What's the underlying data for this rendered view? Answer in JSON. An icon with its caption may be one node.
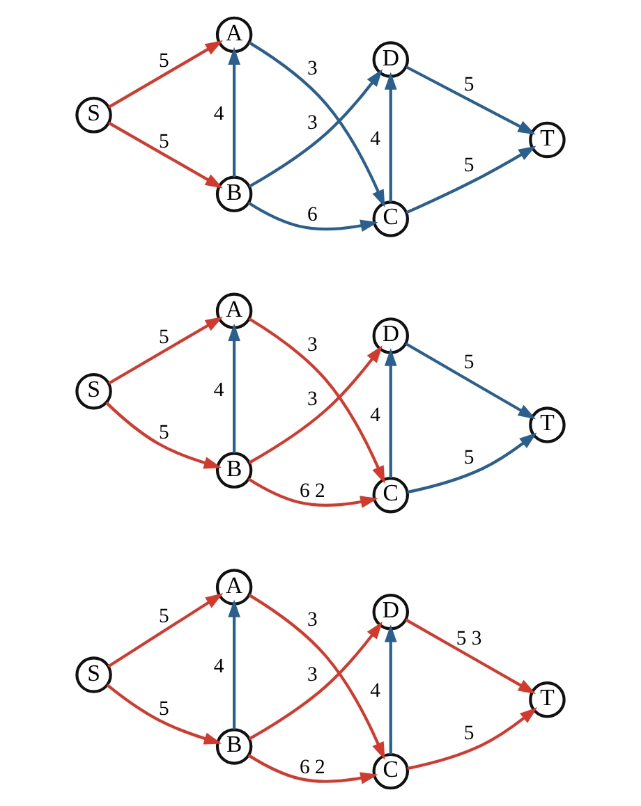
{
  "diagram": {
    "nodes": [
      {
        "text": [
          "S"
        ]
      },
      {
        "text": [
          "A"
        ]
      },
      {
        "text": [
          "B"
        ]
      },
      {
        "text": [
          "C"
        ]
      },
      {
        "text": [
          "D"
        ]
      },
      {
        "text": [
          "T"
        ]
      },
      {
        "text": [
          "S"
        ]
      },
      {
        "text": [
          "A"
        ]
      },
      {
        "text": [
          "B"
        ]
      },
      {
        "text": [
          "C"
        ]
      },
      {
        "text": [
          "D"
        ]
      },
      {
        "text": [
          "T"
        ]
      },
      {
        "text": [
          "S"
        ]
      },
      {
        "text": [
          "A"
        ]
      },
      {
        "text": [
          "B"
        ]
      },
      {
        "text": [
          "C"
        ]
      },
      {
        "text": [
          "D"
        ]
      },
      {
        "text": [
          "T"
        ]
      }
    ],
    "edges": [
      {
        "from": 0,
        "to": 1,
        "arrow": "to",
        "label": "5"
      },
      {
        "from": 0,
        "to": 2,
        "arrow": "to",
        "label": "5"
      },
      {
        "from": 2,
        "to": 1,
        "arrow": "to",
        "label": "4",
        "color": "#2b5f8e"
      },
      {
        "from": 1,
        "to": 3,
        "arrow": "to",
        "label": "3",
        "color": "#2b5f8e"
      },
      {
        "from": 2,
        "to": 3,
        "arrow": "to",
        "label": "6",
        "color": "#2b5f8e"
      },
      {
        "from": 2,
        "to": 4,
        "arrow": "to",
        "label": "3",
        "color": "#2b5f8e"
      },
      {
        "from": 3,
        "to": 4,
        "arrow": "to",
        "label": "4",
        "color": "#2b5f8e"
      },
      {
        "from": 3,
        "to": 5,
        "arrow": "to",
        "label": "5",
        "color": "#2b5f8e"
      },
      {
        "from": 4,
        "to": 5,
        "arrow": "to",
        "label": "5",
        "color": "#2b5f8e"
      },
      {
        "from": 6,
        "to": 7,
        "arrow": "to",
        "label": "5"
      },
      {
        "from": 6,
        "to": 8,
        "arrow": "to",
        "label": "5"
      },
      {
        "from": 8,
        "to": 7,
        "arrow": "to",
        "label": "4",
        "color": "#2b5f8e"
      },
      {
        "from": 7,
        "to": 9,
        "arrow": "to",
        "label": "3"
      },
      {
        "from": 8,
        "to": 9,
        "arrow": "to",
        "label": "6 2"
      },
      {
        "from": 8,
        "to": 10,
        "arrow": "to",
        "label": "3"
      },
      {
        "from": 9,
        "to": 10,
        "arrow": "to",
        "label": "4",
        "color": "#2b5f8e"
      },
      {
        "from": 9,
        "to": 11,
        "arrow": "to",
        "label": "5",
        "color": "#2b5f8e"
      },
      {
        "from": 10,
        "to": 11,
        "arrow": "to",
        "label": "5",
        "color": "#2b5f8e"
      },
      {
        "from": 12,
        "to": 13,
        "arrow": "to",
        "label": "5"
      },
      {
        "from": 12,
        "to": 14,
        "arrow": "to",
        "label": "5"
      },
      {
        "from": 14,
        "to": 13,
        "arrow": "to",
        "label": "4",
        "color": "#2b5f8e"
      },
      {
        "from": 13,
        "to": 15,
        "arrow": "to",
        "label": "3"
      },
      {
        "from": 14,
        "to": 15,
        "arrow": "to",
        "label": "6 2"
      },
      {
        "from": 14,
        "to": 16,
        "arrow": "to",
        "label": "3"
      },
      {
        "from": 15,
        "to": 16,
        "arrow": "to",
        "label": "4",
        "color": "#2b5f8e"
      },
      {
        "from": 15,
        "to": 17,
        "arrow": "to",
        "label": "5"
      },
      {
        "from": 16,
        "to": 17,
        "arrow": "to",
        "label": "5 3"
      }
    ]
  }
}
